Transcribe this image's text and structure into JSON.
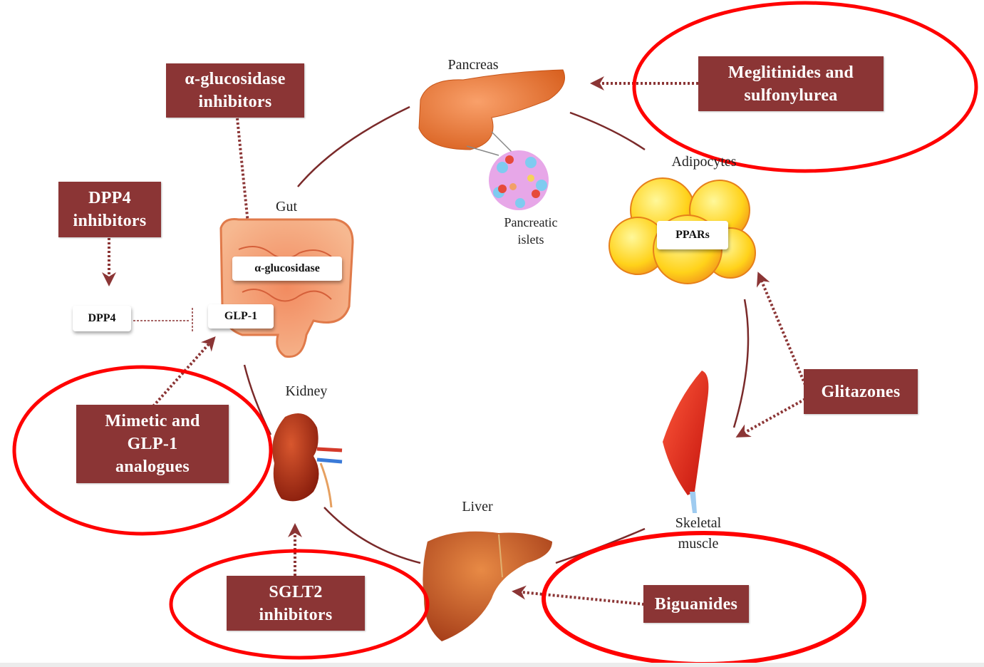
{
  "organs": {
    "pancreas": "Pancreas",
    "pancreatic_islets": [
      "Pancreatic",
      "islets"
    ],
    "adipocytes": "Adipocytes",
    "gut": "Gut",
    "kidney": "Kidney",
    "liver": "Liver",
    "skeletal_muscle": [
      "Skeletal",
      "muscle"
    ]
  },
  "targets": {
    "alpha_glucosidase": "α-glucosidase",
    "dpp4": "DPP4",
    "glp1": "GLP-1",
    "ppars": "PPARs"
  },
  "drug_classes": {
    "alpha_glucosidase_inhibitors": [
      "α-glucosidase",
      "inhibitors"
    ],
    "dpp4_inhibitors": [
      "DPP4",
      "inhibitors"
    ],
    "meglitinides_sulfonylurea": [
      "Meglitinides and",
      "sulfonylurea"
    ],
    "glitazones": [
      "Glitazones"
    ],
    "mimetic_glp1": [
      "Mimetic and",
      "GLP-1",
      "analogues"
    ],
    "sglt2_inhibitors": [
      "SGLT2",
      "inhibitors"
    ],
    "biguanides": [
      "Biguanides"
    ]
  },
  "colors": {
    "drug_box": "#8b3535",
    "arrow": "#8b3535",
    "highlight_ellipse": "#ff0000"
  }
}
